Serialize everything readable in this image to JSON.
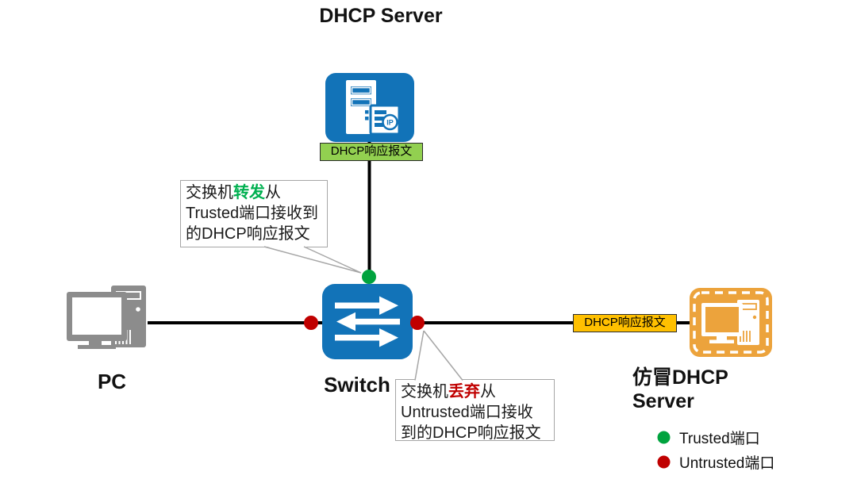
{
  "title": "DHCP Server",
  "nodes": {
    "dhcp_server": {
      "label": "DHCP Server",
      "icon": "server-ip-icon",
      "color": "#1273B8"
    },
    "switch": {
      "label": "Switch",
      "icon": "switch-arrows-icon",
      "color": "#1273B8"
    },
    "pc": {
      "label": "PC",
      "icon": "desktop-pc-icon",
      "color": "#8C8C8C"
    },
    "rogue_server": {
      "label": "仿冒DHCP\nServer",
      "icon": "desktop-pc-dashed-icon",
      "color": "#ECA33C"
    }
  },
  "packet_labels": {
    "from_server": {
      "text": "DHCP响应报文",
      "bg": "#92D050"
    },
    "from_rogue": {
      "text": "DHCP响应报文",
      "bg": "#FFC000"
    }
  },
  "callouts": {
    "forward": {
      "prefix": "交换机",
      "highlight": "转发",
      "suffix": "从",
      "line2": "Trusted端口接收到",
      "line3": "的DHCP响应报文",
      "highlight_color": "#00B050"
    },
    "discard": {
      "prefix": "交换机",
      "highlight": "丢弃",
      "suffix": "从",
      "line2": "Untrusted端口接收",
      "line3": "到的DHCP响应报文",
      "highlight_color": "#C00000"
    }
  },
  "ports": {
    "trusted_color": "#00A33E",
    "untrusted_color": "#C00000"
  },
  "legend": {
    "items": [
      {
        "label": "Trusted端口",
        "color": "#00A33E"
      },
      {
        "label": "Untrusted端口",
        "color": "#C00000"
      }
    ]
  }
}
